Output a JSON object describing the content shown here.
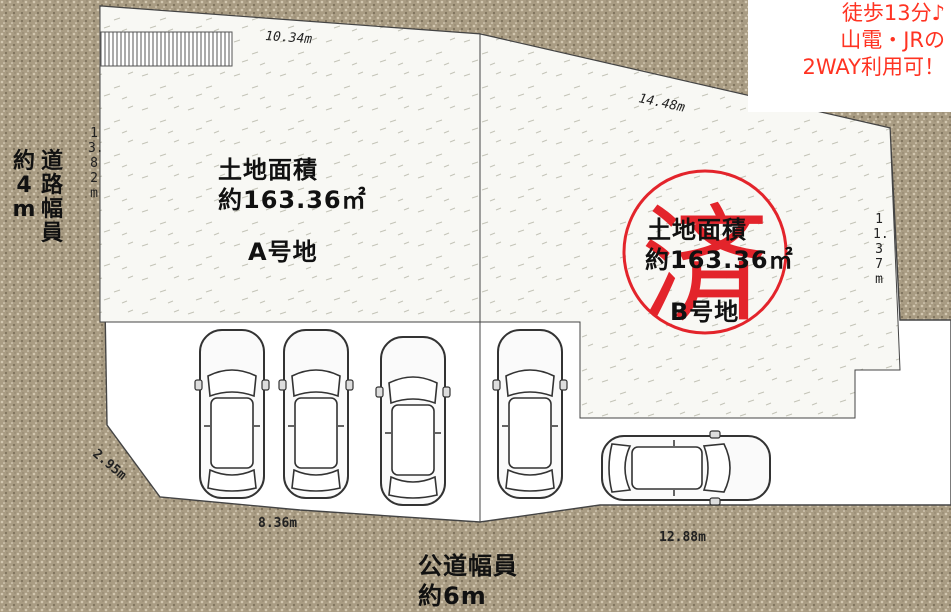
{
  "promo": {
    "line1": "徒歩13分♪",
    "line2": "山電・JRの",
    "line3": "2WAY利用可！"
  },
  "lot_a": {
    "area_label": "土地面積",
    "area_value": "約163.36㎡",
    "name": "A号地"
  },
  "lot_b": {
    "area_label": "土地面積",
    "area_value": "約163.36㎡",
    "name": "B号地",
    "sold_stamp": "済"
  },
  "road_left": {
    "label": "道路幅員",
    "value": "約4m"
  },
  "road_bottom": {
    "label": "公道幅員",
    "value": "約6m"
  },
  "dimensions": {
    "top_a": "10.34m",
    "top_b": "14.48m",
    "left_a": "13.82m",
    "right_b": "11.37m",
    "corner": "2.95m",
    "bottom_a": "8.36m",
    "bottom_b": "12.88m"
  },
  "colors": {
    "road": "#a99c83",
    "lot": "#f7f7f3",
    "stamp": "#e3242b",
    "promo": "#ff3322"
  }
}
